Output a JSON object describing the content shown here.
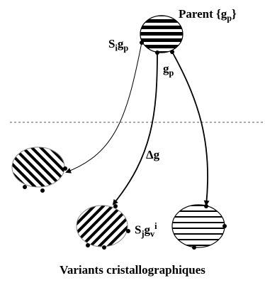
{
  "labels": {
    "parent": {
      "text": "Parent {g",
      "sub": "p",
      "tail": "}"
    },
    "sigp": {
      "main": "S",
      "sub1": "i",
      "mid": "g",
      "sub2": "p"
    },
    "gp": {
      "main": "g",
      "sub": "p"
    },
    "delta_g": "Δg",
    "sjgv": {
      "main": "S",
      "sub1": "j",
      "mid": "g",
      "sub2": "v",
      "sup": "i"
    },
    "caption": "Variants cristallographiques"
  },
  "colors": {
    "ink": "#000000",
    "divider": "#555555"
  },
  "icons": [
    "parent-grain-icon",
    "variant-grain-icon"
  ]
}
